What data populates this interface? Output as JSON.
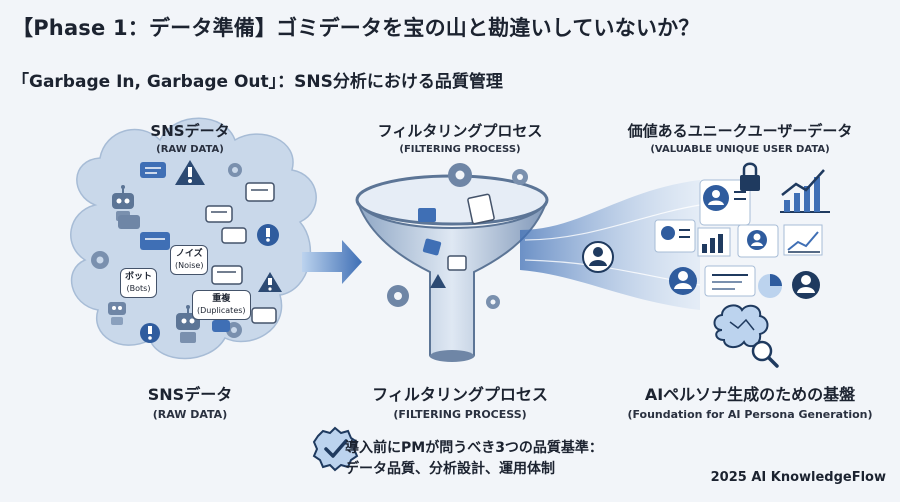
{
  "title": "【Phase 1：データ準備】ゴミデータを宝の山と勘違いしていないか？",
  "subtitle": "「Garbage In, Garbage Out」：SNS分析における品質管理",
  "stages": {
    "sns_top": {
      "label": "SNSデータ",
      "sub": "(RAW DATA)"
    },
    "filter_top": {
      "label": "フィルタリングプロセス",
      "sub": "(FILTERING PROCESS)"
    },
    "valuable_top": {
      "label": "価値あるユニークユーザーデータ",
      "sub": "(VALUABLE UNIQUE USER DATA)"
    },
    "sns_bottom": {
      "label": "SNSデータ",
      "sub": "(RAW DATA)"
    },
    "filter_bottom": {
      "label": "フィルタリングプロセス",
      "sub": "(FILTERING PROCESS)"
    },
    "foundation": {
      "label": "AIペルソナ生成のための基盤",
      "sub": "(Foundation for AI Persona Generation)"
    }
  },
  "noise_tags": {
    "noise": {
      "label": "ノイズ",
      "sub": "(Noise)"
    },
    "bots": {
      "label": "ボット",
      "sub": "(Bots)"
    },
    "duplicates": {
      "label": "重複",
      "sub": "(Duplicates)"
    }
  },
  "footer": {
    "line1": "導入前にPMが問うべき3つの品質基準：",
    "line2": "データ品質、分析設計、運用体制"
  },
  "brand": "2025 AI KnowledgeFlow",
  "colors": {
    "navy": "#1f3a5f",
    "blue": "#3f6fb5",
    "light_blue": "#bcd3ee",
    "background": "#f2f5f9"
  },
  "icons": [
    "robot-icon",
    "warning-icon",
    "gear-icon",
    "chat-bubble-icon",
    "funnel-icon",
    "user-icon",
    "lock-icon",
    "chart-icon",
    "brain-icon",
    "magnifier-icon",
    "checkmark-badge-icon",
    "arrow-icon"
  ]
}
